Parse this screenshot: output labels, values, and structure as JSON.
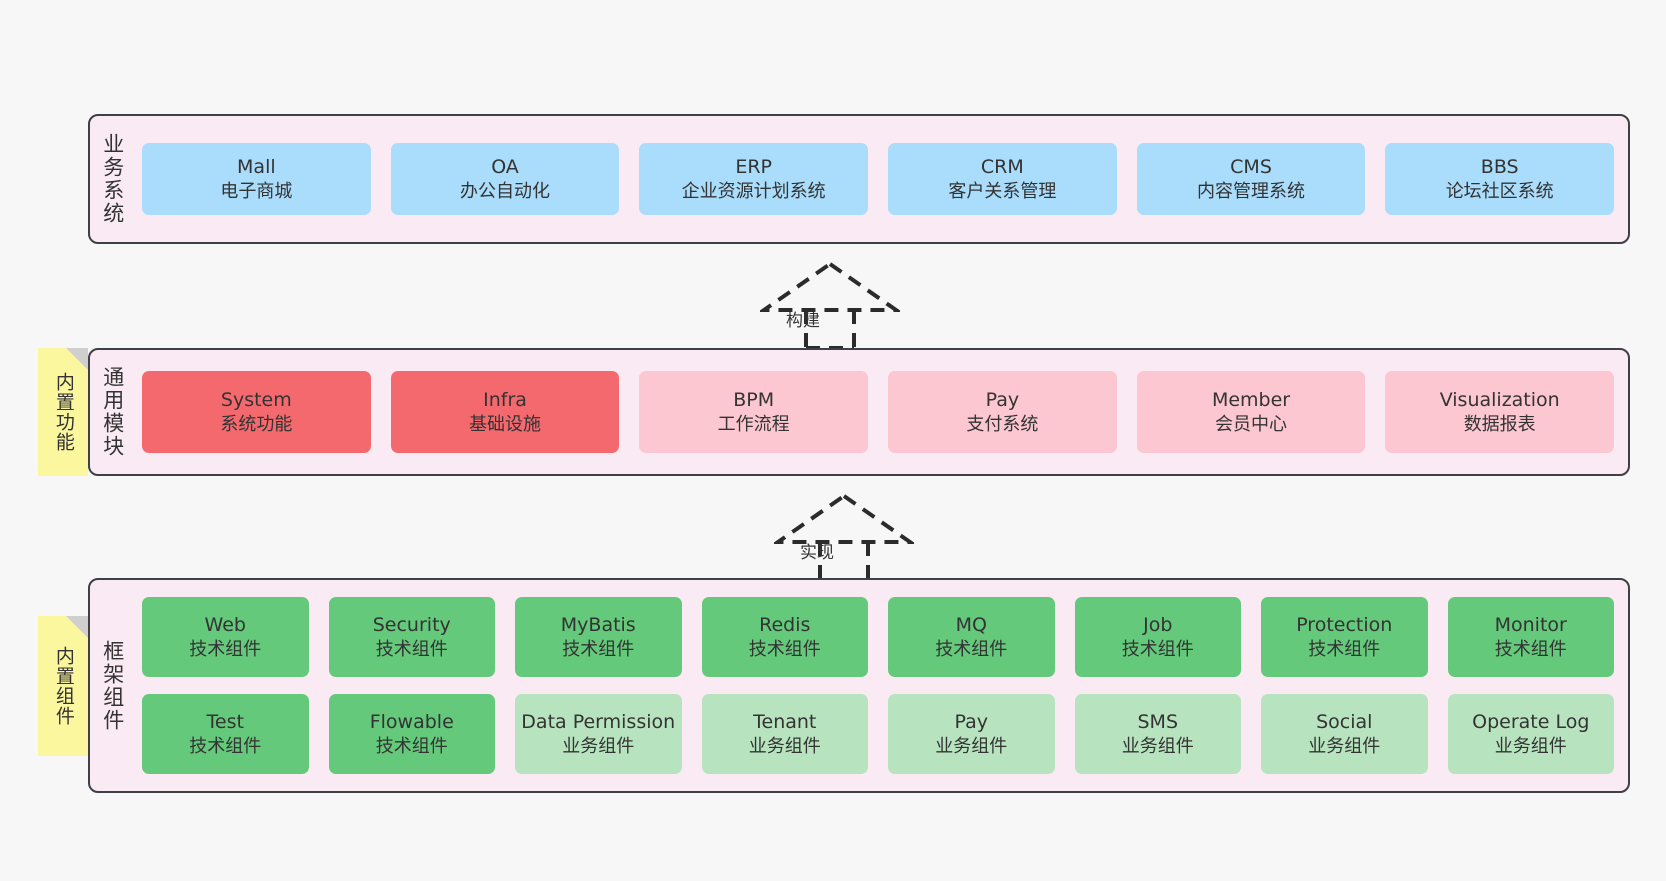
{
  "canvas": {
    "background": "#f7f7f7"
  },
  "palette": {
    "panel_fill": "#faeaf4",
    "panel_border": "#3f3f46",
    "business_card": "#aadcfb",
    "common_strong": "#f4696e",
    "common_soft": "#fcc7d0",
    "framework_strong": "#64c97a",
    "framework_soft": "#b7e4bf",
    "note_fill": "#fbf79f",
    "note_fold": "#cfcfcf",
    "text": "#333333"
  },
  "layers": {
    "business": {
      "label": "业务系统",
      "cards": [
        {
          "en": "Mall",
          "cn": "电子商城"
        },
        {
          "en": "OA",
          "cn": "办公自动化"
        },
        {
          "en": "ERP",
          "cn": "企业资源计划系统"
        },
        {
          "en": "CRM",
          "cn": "客户关系管理"
        },
        {
          "en": "CMS",
          "cn": "内容管理系统"
        },
        {
          "en": "BBS",
          "cn": "论坛社区系统"
        }
      ]
    },
    "common": {
      "label": "通用模块",
      "cards": [
        {
          "en": "System",
          "cn": "系统功能",
          "tone": "strong"
        },
        {
          "en": "Infra",
          "cn": "基础设施",
          "tone": "strong"
        },
        {
          "en": "BPM",
          "cn": "工作流程",
          "tone": "soft"
        },
        {
          "en": "Pay",
          "cn": "支付系统",
          "tone": "soft"
        },
        {
          "en": "Member",
          "cn": "会员中心",
          "tone": "soft"
        },
        {
          "en": "Visualization",
          "cn": "数据报表",
          "tone": "soft"
        }
      ]
    },
    "framework": {
      "label": "框架组件",
      "row1": [
        {
          "en": "Web",
          "cn": "技术组件"
        },
        {
          "en": "Security",
          "cn": "技术组件"
        },
        {
          "en": "MyBatis",
          "cn": "技术组件"
        },
        {
          "en": "Redis",
          "cn": "技术组件"
        },
        {
          "en": "MQ",
          "cn": "技术组件"
        },
        {
          "en": "Job",
          "cn": "技术组件"
        },
        {
          "en": "Protection",
          "cn": "技术组件"
        },
        {
          "en": "Monitor",
          "cn": "技术组件"
        }
      ],
      "row2": [
        {
          "en": "Test",
          "cn": "技术组件",
          "tone": "strong"
        },
        {
          "en": "Flowable",
          "cn": "技术组件",
          "tone": "strong"
        },
        {
          "en": "Data Permission",
          "cn": "业务组件",
          "tone": "soft"
        },
        {
          "en": "Tenant",
          "cn": "业务组件",
          "tone": "soft"
        },
        {
          "en": "Pay",
          "cn": "业务组件",
          "tone": "soft"
        },
        {
          "en": "SMS",
          "cn": "业务组件",
          "tone": "soft"
        },
        {
          "en": "Social",
          "cn": "业务组件",
          "tone": "soft"
        },
        {
          "en": "Operate Log",
          "cn": "业务组件",
          "tone": "soft"
        }
      ]
    }
  },
  "notes": [
    {
      "id": "functions",
      "label": "内置功能"
    },
    {
      "id": "components",
      "label": "内置组件"
    }
  ],
  "arrows": [
    {
      "id": "build",
      "label": "构建"
    },
    {
      "id": "implement",
      "label": "实现"
    }
  ]
}
